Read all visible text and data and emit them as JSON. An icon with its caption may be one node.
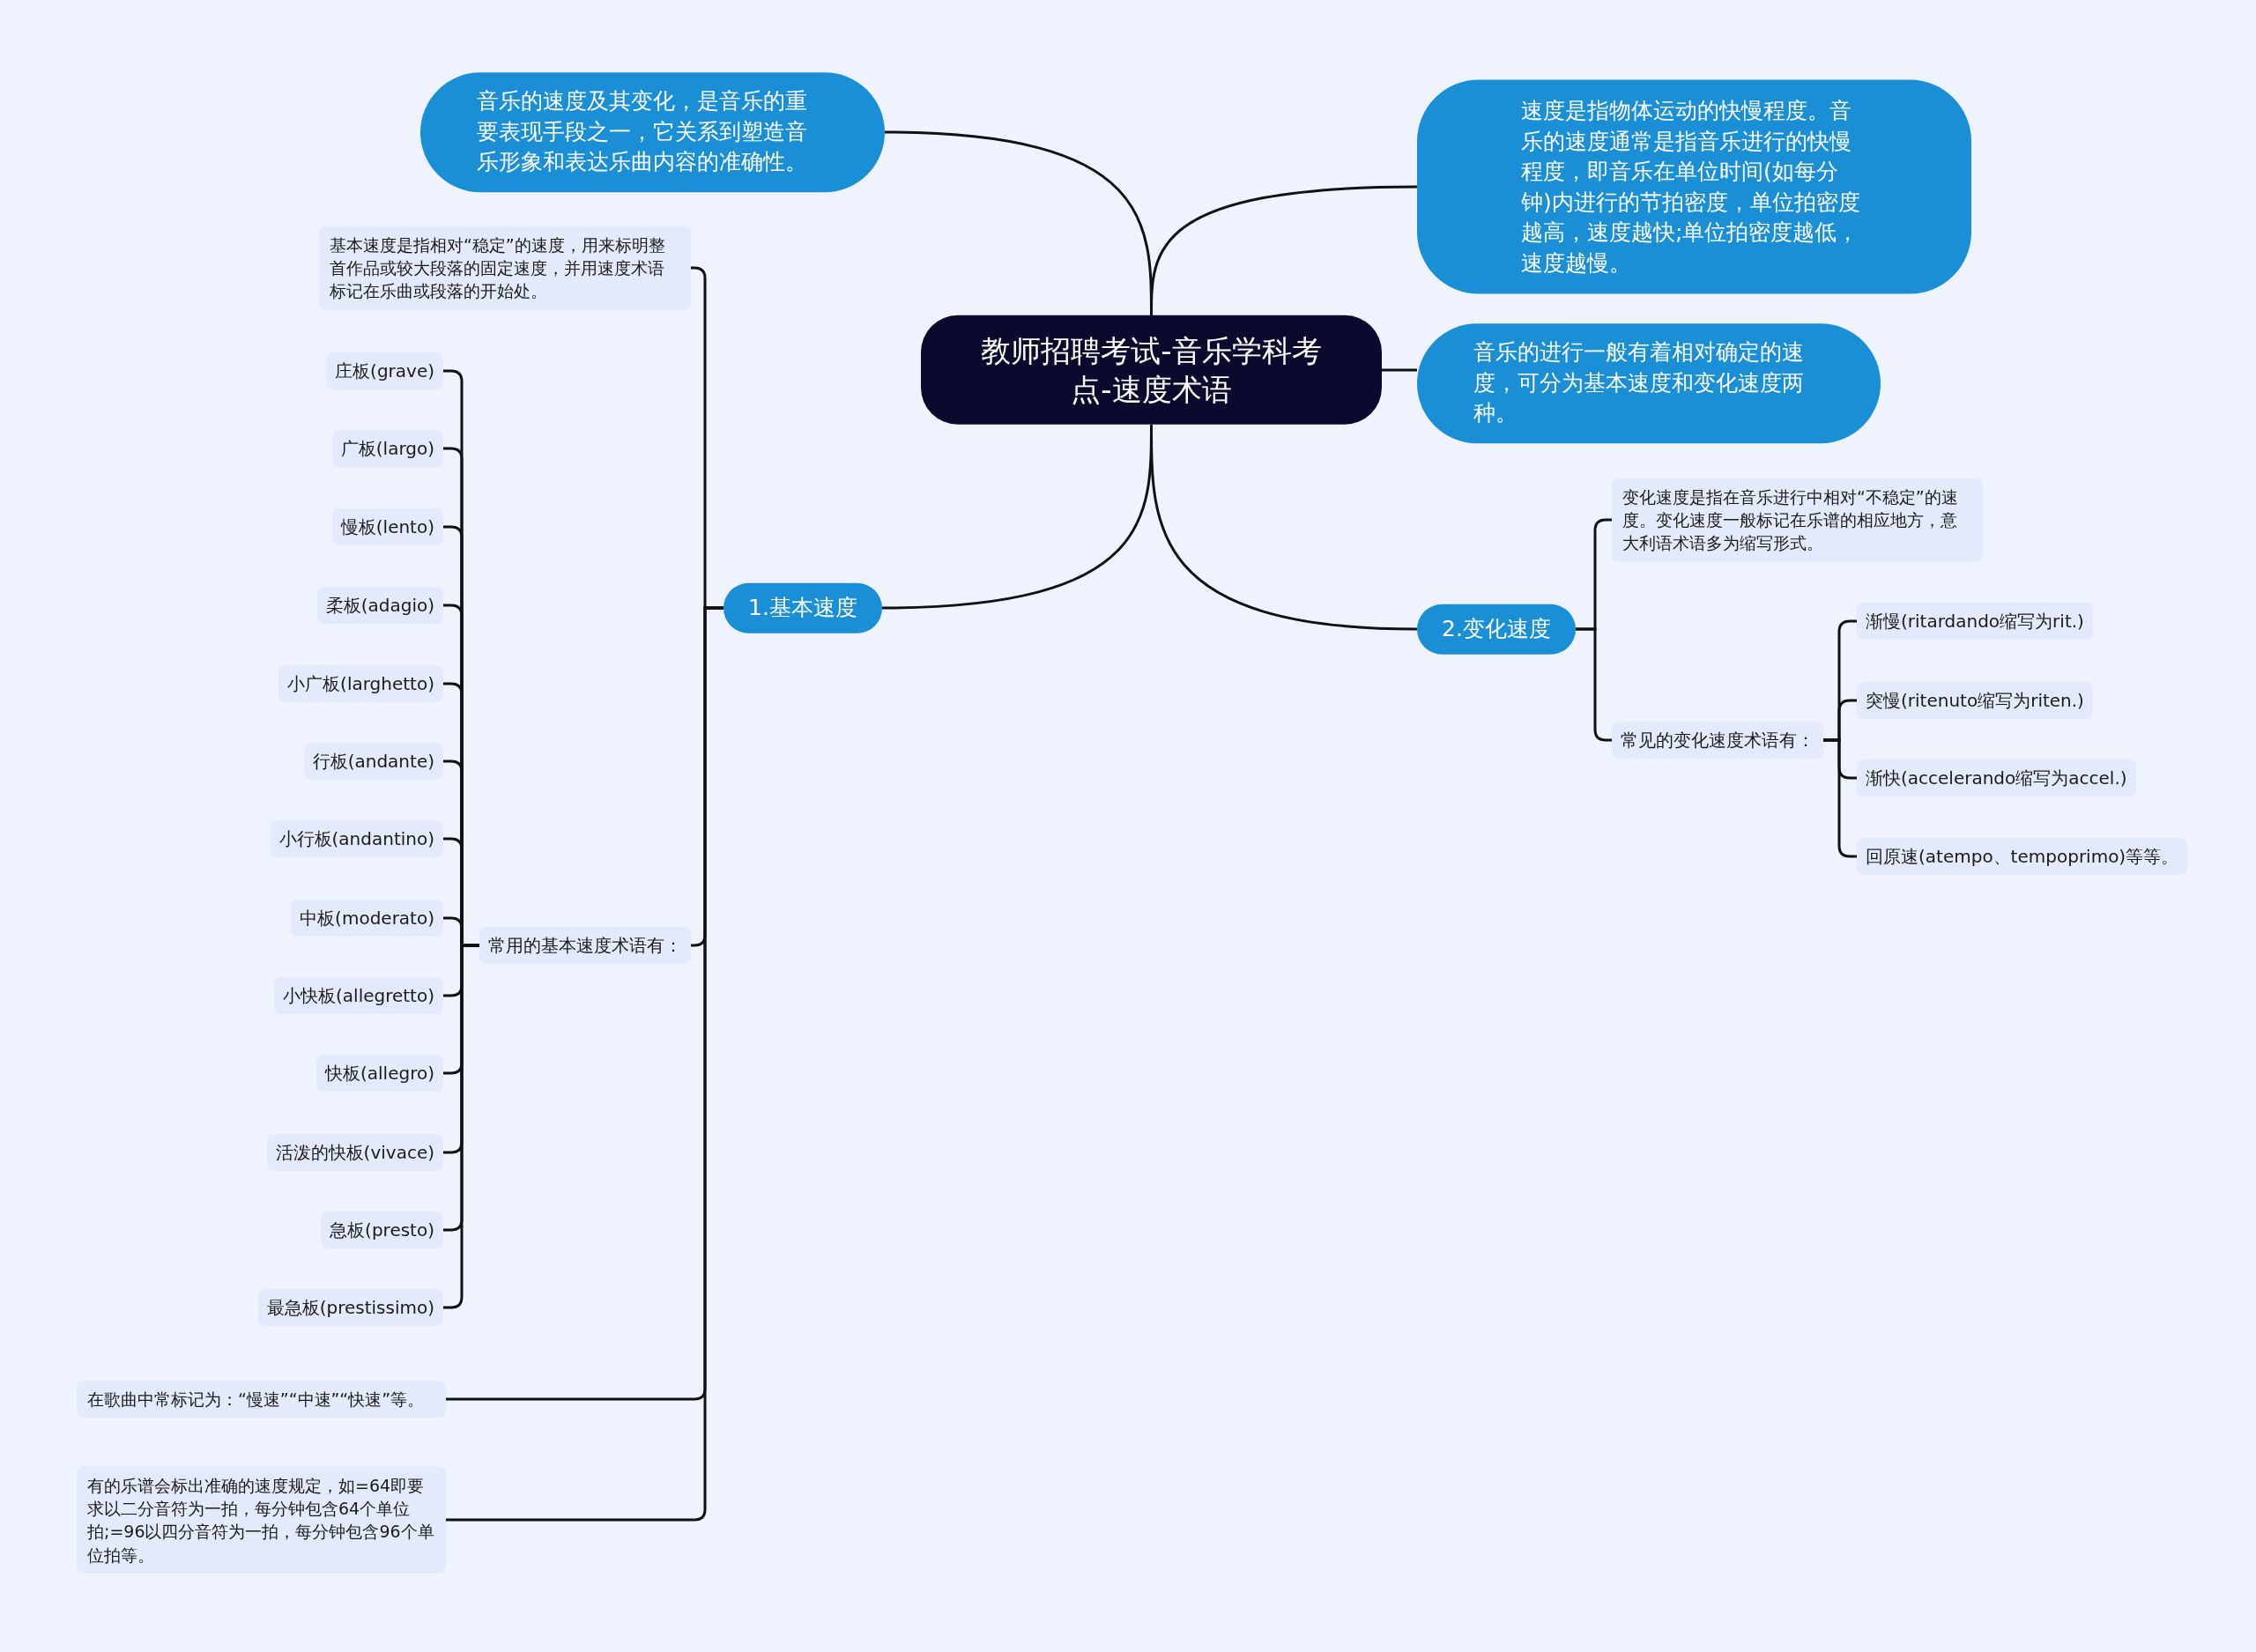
{
  "diagram": {
    "nodes": [
      {
        "text": [
          "教师招聘考试-音乐学科考点-速度术语"
        ]
      },
      {
        "text": [
          "音乐的速度及其变化，是音乐的重要表现手段之一，它关系到塑造音乐形象和表达乐曲内容的准确性。"
        ]
      },
      {
        "text": [
          "速度是指物体运动的快慢程度。音乐的速度通常是指音乐进行的快慢程度，即音乐在单位时间(如每分钟)内进行的节拍密度，单位拍密度越高，速度越快;单位拍密度越低，速度越慢。"
        ]
      },
      {
        "text": [
          "音乐的进行一般有着相对确定的速度，可分为基本速度和变化速度两种。"
        ]
      },
      {
        "text": [
          "1.基本速度"
        ]
      },
      {
        "text": [
          "基本速度是指相对“稳定”的速度，用来标明整首作品或较大段落的固定速度，并用速度术语标记在乐曲或段落的开始处。"
        ]
      },
      {
        "text": [
          "常用的基本速度术语有："
        ]
      },
      {
        "text": [
          "庄板(grave)"
        ]
      },
      {
        "text": [
          "广板(largo)"
        ]
      },
      {
        "text": [
          "慢板(lento)"
        ]
      },
      {
        "text": [
          "柔板(adagio)"
        ]
      },
      {
        "text": [
          "小广板(larghetto)"
        ]
      },
      {
        "text": [
          "行板(andante)"
        ]
      },
      {
        "text": [
          "小行板(andantino)"
        ]
      },
      {
        "text": [
          "中板(moderato)"
        ]
      },
      {
        "text": [
          "小快板(allegretto)"
        ]
      },
      {
        "text": [
          "快板(allegro)"
        ]
      },
      {
        "text": [
          "活泼的快板(vivace)"
        ]
      },
      {
        "text": [
          "急板(presto)"
        ]
      },
      {
        "text": [
          "最急板(prestissimo)"
        ]
      },
      {
        "text": [
          "在歌曲中常标记为：“慢速”“中速”“快速”等。"
        ]
      },
      {
        "text": [
          "有的乐谱会标出准确的速度规定，如=64即要求以二分音符为一拍，每分钟包含64个单位拍;=96以四分音符为一拍，每分钟包含96个单位拍等。"
        ]
      },
      {
        "text": [
          "2.变化速度"
        ]
      },
      {
        "text": [
          "变化速度是指在音乐进行中相对“不稳定”的速度。变化速度一般标记在乐谱的相应地方，意大利语术语多为缩写形式。"
        ]
      },
      {
        "text": [
          "常见的变化速度术语有："
        ]
      },
      {
        "text": [
          "渐慢(ritardando缩写为rit.)"
        ]
      },
      {
        "text": [
          "突慢(ritenuto缩写为riten.)"
        ]
      },
      {
        "text": [
          "渐快(accelerando缩写为accel.)"
        ]
      },
      {
        "text": [
          "回原速(atempo、tempoprimo)等等。"
        ]
      }
    ],
    "edges": [
      {
        "from": 0,
        "to": 1,
        "arrow": "none"
      },
      {
        "from": 0,
        "to": 2,
        "arrow": "none"
      },
      {
        "from": 0,
        "to": 3,
        "arrow": "none"
      },
      {
        "from": 0,
        "to": 4,
        "arrow": "none"
      },
      {
        "from": 0,
        "to": 22,
        "arrow": "none"
      },
      {
        "from": 4,
        "to": 5,
        "arrow": "none"
      },
      {
        "from": 4,
        "to": 6,
        "arrow": "none"
      },
      {
        "from": 4,
        "to": 20,
        "arrow": "none"
      },
      {
        "from": 4,
        "to": 21,
        "arrow": "none"
      },
      {
        "from": 6,
        "to": 7,
        "arrow": "none"
      },
      {
        "from": 6,
        "to": 8,
        "arrow": "none"
      },
      {
        "from": 6,
        "to": 9,
        "arrow": "none"
      },
      {
        "from": 6,
        "to": 10,
        "arrow": "none"
      },
      {
        "from": 6,
        "to": 11,
        "arrow": "none"
      },
      {
        "from": 6,
        "to": 12,
        "arrow": "none"
      },
      {
        "from": 6,
        "to": 13,
        "arrow": "none"
      },
      {
        "from": 6,
        "to": 14,
        "arrow": "none"
      },
      {
        "from": 6,
        "to": 15,
        "arrow": "none"
      },
      {
        "from": 6,
        "to": 16,
        "arrow": "none"
      },
      {
        "from": 6,
        "to": 17,
        "arrow": "none"
      },
      {
        "from": 6,
        "to": 18,
        "arrow": "none"
      },
      {
        "from": 6,
        "to": 19,
        "arrow": "none"
      },
      {
        "from": 22,
        "to": 23,
        "arrow": "none"
      },
      {
        "from": 22,
        "to": 24,
        "arrow": "none"
      },
      {
        "from": 24,
        "to": 25,
        "arrow": "none"
      },
      {
        "from": 24,
        "to": 26,
        "arrow": "none"
      },
      {
        "from": 24,
        "to": 27,
        "arrow": "none"
      },
      {
        "from": 24,
        "to": 28,
        "arrow": "none"
      }
    ]
  }
}
